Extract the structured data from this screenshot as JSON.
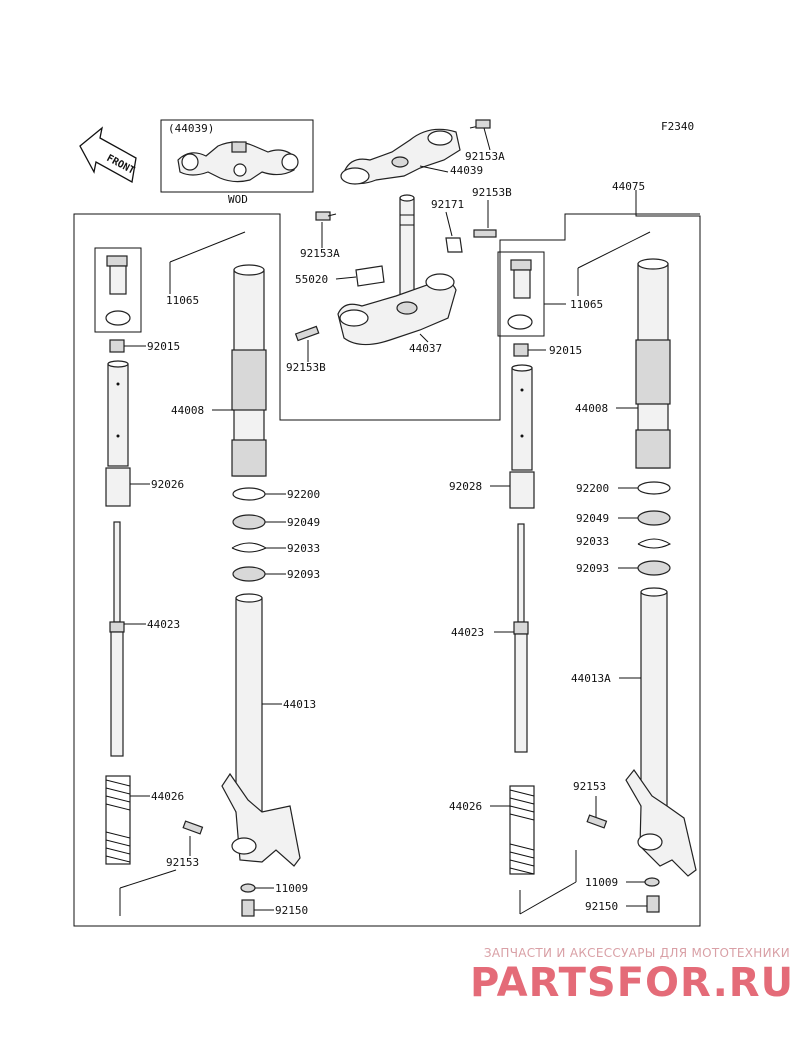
{
  "figure_code": "F2340",
  "front_label": "FRONT",
  "inset": {
    "ref_number": "(44039)",
    "caption": "WOD"
  },
  "labels": {
    "upper_bracket": "44039",
    "bolt_upper_1": "92153A",
    "bolt_upper_2": "92153A",
    "bolt_stem_right": "92153B",
    "bolt_stem_left": "92153B",
    "clamp": "92171",
    "sticker": "55020",
    "stem_lower": "44037",
    "fork_assy": "44075",
    "cap_left": "11065",
    "cap_right": "11065",
    "nut_left": "92015",
    "nut_right": "92015",
    "outer_tube_left": "44008",
    "outer_tube_right": "44008",
    "collar_left": "92026",
    "collar_right": "92028",
    "seal_left_1": "92200",
    "seal_left_2": "92049",
    "ring_left": "92033",
    "seal_left_3": "92093",
    "seal_right_1": "92200",
    "seal_right_2": "92049",
    "ring_right": "92033",
    "seal_right_3": "92093",
    "rod_left": "44023",
    "rod_right": "44023",
    "inner_tube_left": "44013",
    "inner_tube_right": "44013A",
    "spring_left": "44026",
    "spring_right": "44026",
    "bolt_axle_left": "92153",
    "bolt_axle_right": "92153",
    "washer_left": "11009",
    "washer_right": "11009",
    "bottom_bolt_left": "92150",
    "bottom_bolt_right": "92150"
  },
  "watermark": {
    "line1": "ЗАПЧАСТИ И АКСЕССУАРЫ ДЛЯ МОТОТЕХНИКИ",
    "line2": "PARTSFOR.RU"
  }
}
